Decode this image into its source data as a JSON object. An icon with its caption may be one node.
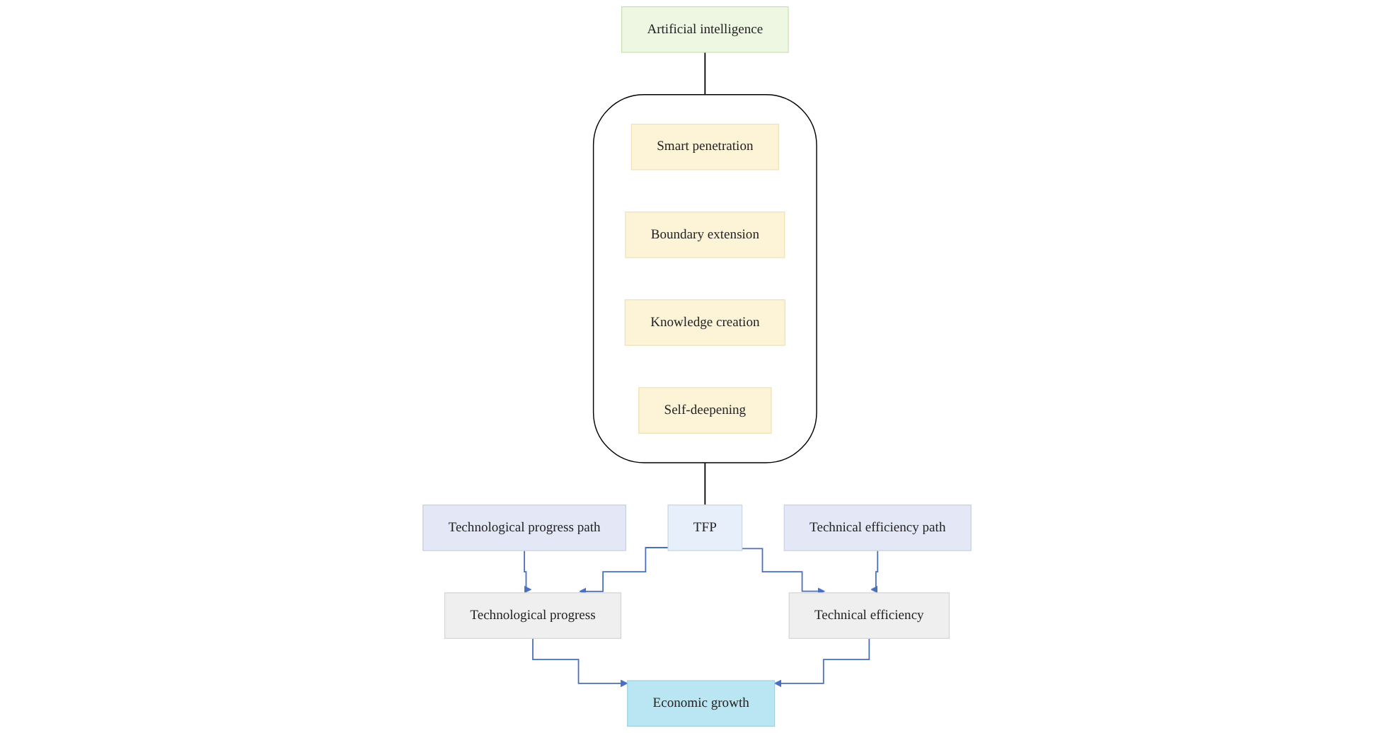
{
  "diagram": {
    "nodes": [
      {
        "text": [
          "Artificial intelligence"
        ]
      },
      {
        "text": [],
        "shape": "band"
      },
      {
        "text": [
          "Smart penetration"
        ],
        "in": 1
      },
      {
        "text": [
          "Boundary extension"
        ],
        "in": 1
      },
      {
        "text": [
          "Knowledge creation"
        ],
        "in": 1
      },
      {
        "text": [
          "Self-deepening"
        ],
        "in": 1
      },
      {
        "text": [
          "TFP"
        ]
      },
      {
        "text": [
          "Technological progress path"
        ]
      },
      {
        "text": [
          "Technological progress"
        ]
      },
      {
        "text": [
          "Technical efficiency"
        ]
      },
      {
        "text": [
          "Technical efficiency path"
        ]
      },
      {
        "text": [
          "Economic growth"
        ]
      }
    ],
    "edges": [
      {
        "from": 0,
        "to": 1,
        "arrow": "none",
        "color": "#000000"
      },
      {
        "from": 1,
        "to": 6,
        "arrow": "none",
        "color": "#000000"
      },
      {
        "from": 6,
        "to": 8,
        "arrow": "to"
      },
      {
        "from": 6,
        "to": 9,
        "arrow": "to"
      },
      {
        "from": 7,
        "to": 8,
        "arrow": "to"
      },
      {
        "from": 10,
        "to": 9,
        "arrow": "to"
      },
      {
        "from": 8,
        "to": 11,
        "arrow": "to"
      },
      {
        "from": 9,
        "to": 11,
        "arrow": "to"
      }
    ]
  }
}
